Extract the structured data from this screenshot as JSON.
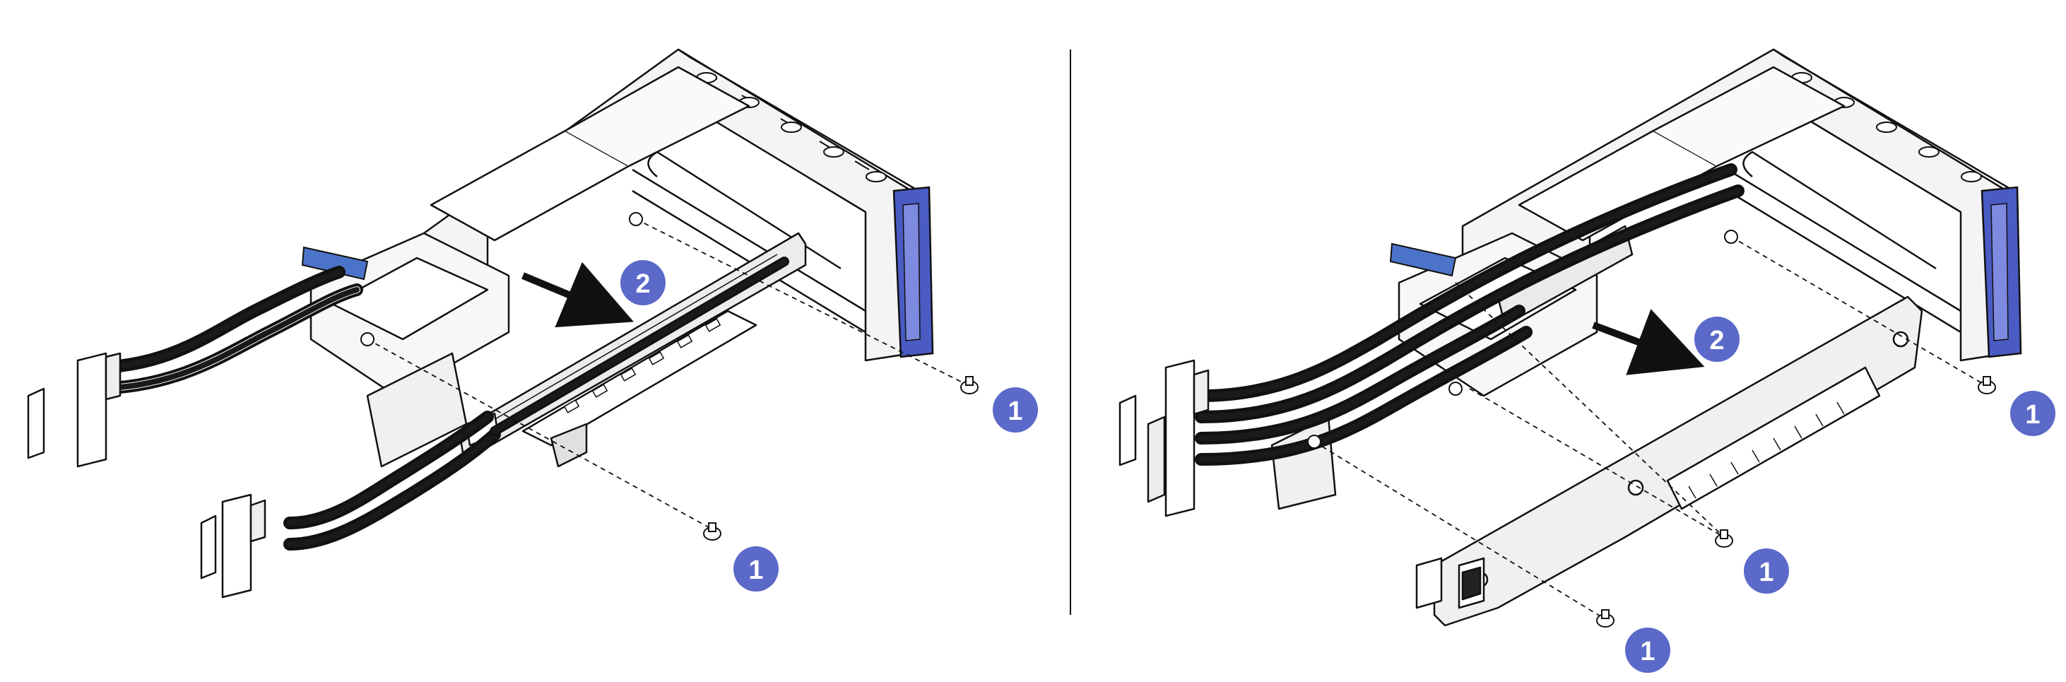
{
  "diagram": {
    "panels": [
      {
        "id": "left",
        "callouts": [
          {
            "id": "c1",
            "label": "2"
          },
          {
            "id": "c2",
            "label": "1"
          },
          {
            "id": "c3",
            "label": "1"
          }
        ]
      },
      {
        "id": "right",
        "callouts": [
          {
            "id": "c1",
            "label": "2"
          },
          {
            "id": "c2",
            "label": "1"
          },
          {
            "id": "c3",
            "label": "1"
          },
          {
            "id": "c4",
            "label": "1"
          }
        ]
      }
    ],
    "colors": {
      "callout_fill": "#5b69c9",
      "release_latch": "#4a5bc4",
      "pull_tab": "#4b73c9",
      "line": "#111111",
      "light_fill": "#f2f2f2",
      "cable": "#1a1a1a"
    }
  }
}
